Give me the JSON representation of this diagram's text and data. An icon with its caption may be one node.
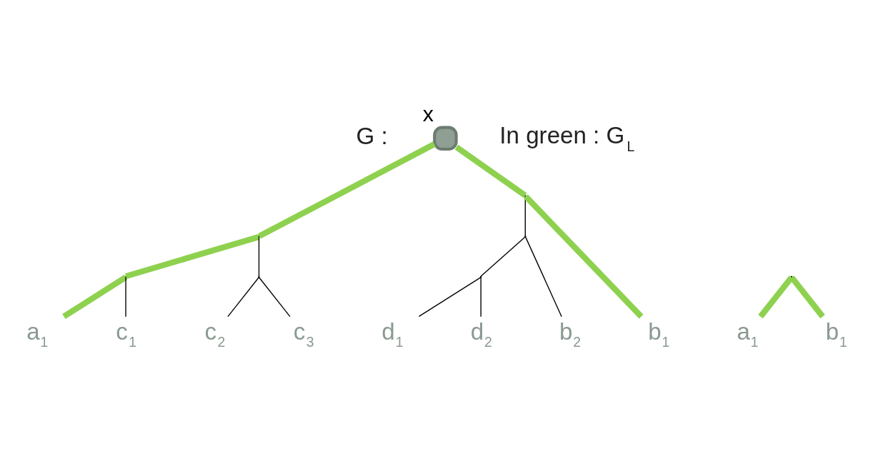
{
  "diagram": {
    "nodes": [
      {
        "text": [],
        "shape": "box",
        "beside": [
          "x"
        ]
      },
      {
        "text": [],
        "shape": "point"
      },
      {
        "text": [],
        "shape": "point"
      },
      {
        "text": [],
        "shape": "point"
      },
      {
        "text": [],
        "shape": "point"
      },
      {
        "text": [],
        "shape": "point"
      },
      {
        "text": [],
        "shape": "point"
      },
      {
        "text": [
          "a$_{1}$"
        ]
      },
      {
        "text": [
          "c$_{1}$"
        ]
      },
      {
        "text": [
          "c$_{2}$"
        ]
      },
      {
        "text": [
          "c$_{3}$"
        ]
      },
      {
        "text": [
          "b$_{1}$"
        ]
      },
      {
        "text": [
          "b$_{2}$"
        ]
      },
      {
        "text": [
          "d$_{1}$"
        ]
      },
      {
        "text": [
          "d$_{2}$"
        ]
      },
      {
        "text": [],
        "shape": "point"
      },
      {
        "text": [
          "a$_{1}$"
        ]
      },
      {
        "text": [
          "b$_{1}$"
        ]
      }
    ],
    "edges": [
      {
        "from": 0,
        "to": 1,
        "arrow": "none",
        "style": "thick",
        "color": "#8ed14f"
      },
      {
        "from": 1,
        "to": 2,
        "arrow": "none",
        "style": "thick",
        "color": "#8ed14f"
      },
      {
        "from": 2,
        "to": 7,
        "arrow": "none",
        "style": "thick",
        "color": "#8ed14f"
      },
      {
        "from": 2,
        "to": 8,
        "arrow": "none"
      },
      {
        "from": 1,
        "to": 3,
        "arrow": "none"
      },
      {
        "from": 3,
        "to": 9,
        "arrow": "none"
      },
      {
        "from": 3,
        "to": 10,
        "arrow": "none"
      },
      {
        "from": 0,
        "to": 4,
        "arrow": "none",
        "style": "thick",
        "color": "#8ed14f"
      },
      {
        "from": 4,
        "to": 11,
        "arrow": "none",
        "style": "thick",
        "color": "#8ed14f"
      },
      {
        "from": 4,
        "to": 5,
        "arrow": "none"
      },
      {
        "from": 5,
        "to": 12,
        "arrow": "none"
      },
      {
        "from": 5,
        "to": 6,
        "arrow": "none"
      },
      {
        "from": 6,
        "to": 13,
        "arrow": "none"
      },
      {
        "from": 6,
        "to": 14,
        "arrow": "none"
      },
      {
        "from": 15,
        "to": 16,
        "arrow": "none",
        "style": "thick",
        "color": "#8ed14f"
      },
      {
        "from": 15,
        "to": 17,
        "arrow": "none",
        "style": "thick",
        "color": "#8ed14f"
      }
    ],
    "labels": [
      "G :",
      "In green : G$_{L}$"
    ]
  }
}
